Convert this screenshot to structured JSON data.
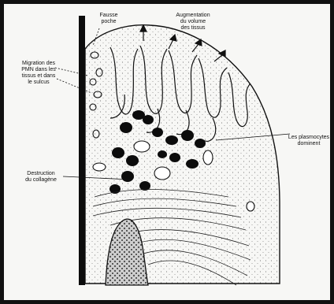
{
  "labels": {
    "fausse_poche": [
      "Fausse",
      "poche"
    ],
    "augmentation": [
      "Augmentation",
      "du volume",
      "des tissus"
    ],
    "migration": [
      "Migration des",
      "PMN dans les",
      "tissus et dans",
      "le sulcus"
    ],
    "plasmocytes": [
      "Les plasmocytes",
      "dominent"
    ],
    "destruction": [
      "Destruction",
      "du collagène"
    ]
  },
  "colors": {
    "frame": "#111111",
    "background": "#f7f7f5",
    "ink": "#111111",
    "tooth": "#0c0c0c"
  }
}
